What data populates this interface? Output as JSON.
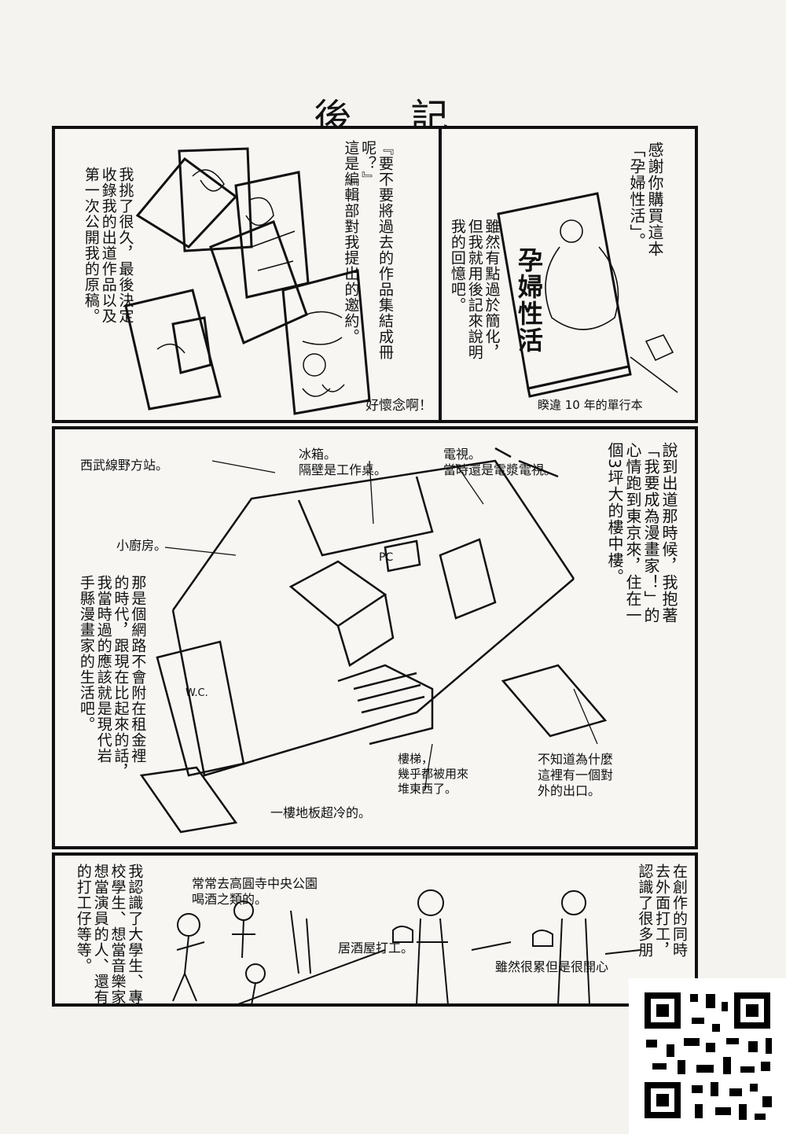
{
  "title": "後 記",
  "panel1": {
    "lines": [
      "『要不要將過去的作品集結成冊呢？』",
      "這是編輯部對我提出的邀約。",
      "我挑了很久，最後決定",
      "收錄我的出道作品以及",
      "第一次公開我的原稿。"
    ],
    "caption": "好懷念啊！"
  },
  "panel2": {
    "lines": [
      "感謝你購買這本",
      "「孕婦性活」。",
      "雖然有點過於簡化，",
      "但我就用後記來說明",
      "我的回憶吧。"
    ],
    "book_title": "孕婦性活",
    "caption": "睽違 10 年的單行本"
  },
  "panel3": {
    "lines": [
      "說到出道那時候，我抱著",
      "「我要成為漫畫家！」的",
      "心情跑到東京來，住在一",
      "個3坪大的樓中樓。"
    ],
    "lines2": [
      "那是個網路不會附在租金裡",
      "的時代，跟現在比起來的話，",
      "我當時過的應該就是現代岩",
      "手縣漫畫家的生活吧。"
    ],
    "station": "西武線野方站。",
    "fridge": [
      "冰箱。",
      "隔壁是工作桌。"
    ],
    "tv": [
      "電視。",
      "當時還是電漿電視。"
    ],
    "kitchen": "小廚房。",
    "stairs": [
      "樓梯，",
      "幾乎都被用來",
      "堆東西了。"
    ],
    "exit": [
      "不知道為什麼",
      "這裡有一個對",
      "外的出口。"
    ],
    "floor": "一樓地板超冷的。",
    "wc": "W.C.",
    "pc": "PC"
  },
  "panel4": {
    "lines": [
      "在創作的同時",
      "去外面打工，",
      "認識了很多朋"
    ],
    "lines2": [
      "我認識了大學生、專門學",
      "校學生、想當音樂家的人、",
      "想當演員的人、還有神秘",
      "的打工仔等等。"
    ],
    "park": [
      "常常去高圓寺中央公園",
      "喝酒之類的。"
    ],
    "izakaya": "居酒屋打工。",
    "tired": "雖然很累但是很開心"
  }
}
